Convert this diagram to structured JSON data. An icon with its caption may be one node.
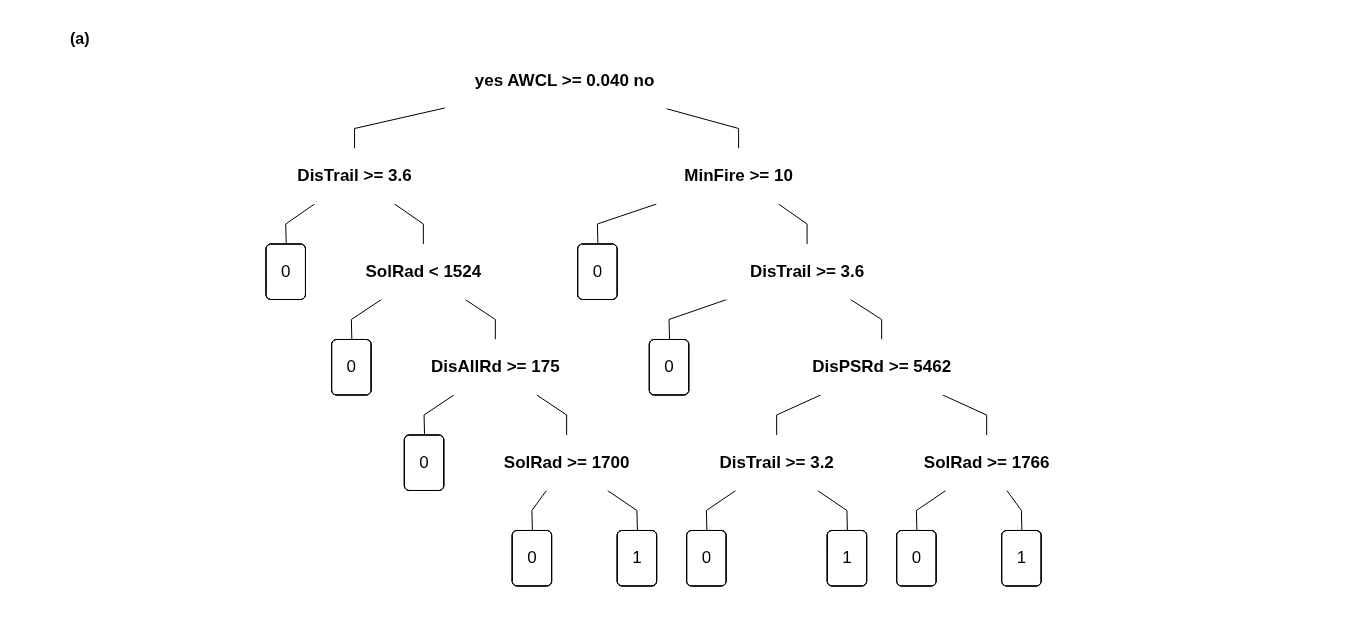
{
  "diagram": {
    "nodes": [
      {
        "text": [
          "yes",
          "AWCL >= 0.040",
          "no"
        ]
      },
      {
        "text": [
          "DisTrail >= 3.6"
        ]
      },
      {
        "text": [
          "MinFire >= 10"
        ]
      },
      {
        "text": [
          "0"
        ]
      },
      {
        "text": [
          "SolRad < 1524"
        ]
      },
      {
        "text": [
          "0"
        ]
      },
      {
        "text": [
          "DisTrail >= 3.6"
        ]
      },
      {
        "text": [
          "0"
        ]
      },
      {
        "text": [
          "DisAllRd >= 175"
        ]
      },
      {
        "text": [
          "0"
        ]
      },
      {
        "text": [
          "DisPSRd >= 5462"
        ]
      },
      {
        "text": [
          "0"
        ]
      },
      {
        "text": [
          "SolRad >= 1700"
        ]
      },
      {
        "text": [
          "DisTrail >= 3.2"
        ]
      },
      {
        "text": [
          "SolRad >= 1766"
        ]
      },
      {
        "text": [
          "0"
        ]
      },
      {
        "text": [
          "1"
        ]
      },
      {
        "text": [
          "0"
        ]
      },
      {
        "text": [
          "1"
        ]
      },
      {
        "text": [
          "0"
        ]
      },
      {
        "text": [
          "1"
        ]
      }
    ],
    "edges": [
      {
        "from": 0,
        "to": 1,
        "arrow": "none"
      },
      {
        "from": 0,
        "to": 2,
        "arrow": "none"
      },
      {
        "from": 1,
        "to": 3,
        "arrow": "none"
      },
      {
        "from": 1,
        "to": 4,
        "arrow": "none"
      },
      {
        "from": 2,
        "to": 5,
        "arrow": "none"
      },
      {
        "from": 2,
        "to": 6,
        "arrow": "none"
      },
      {
        "from": 4,
        "to": 7,
        "arrow": "none"
      },
      {
        "from": 4,
        "to": 8,
        "arrow": "none"
      },
      {
        "from": 6,
        "to": 9,
        "arrow": "none"
      },
      {
        "from": 6,
        "to": 10,
        "arrow": "none"
      },
      {
        "from": 8,
        "to": 11,
        "arrow": "none"
      },
      {
        "from": 8,
        "to": 12,
        "arrow": "none"
      },
      {
        "from": 10,
        "to": 13,
        "arrow": "none"
      },
      {
        "from": 10,
        "to": 14,
        "arrow": "none"
      },
      {
        "from": 12,
        "to": 15,
        "arrow": "none"
      },
      {
        "from": 12,
        "to": 16,
        "arrow": "none"
      },
      {
        "from": 13,
        "to": 17,
        "arrow": "none"
      },
      {
        "from": 13,
        "to": 18,
        "arrow": "none"
      },
      {
        "from": 14,
        "to": 19,
        "arrow": "none"
      },
      {
        "from": 14,
        "to": 20,
        "arrow": "none"
      }
    ],
    "labels": [
      "(a)"
    ]
  }
}
